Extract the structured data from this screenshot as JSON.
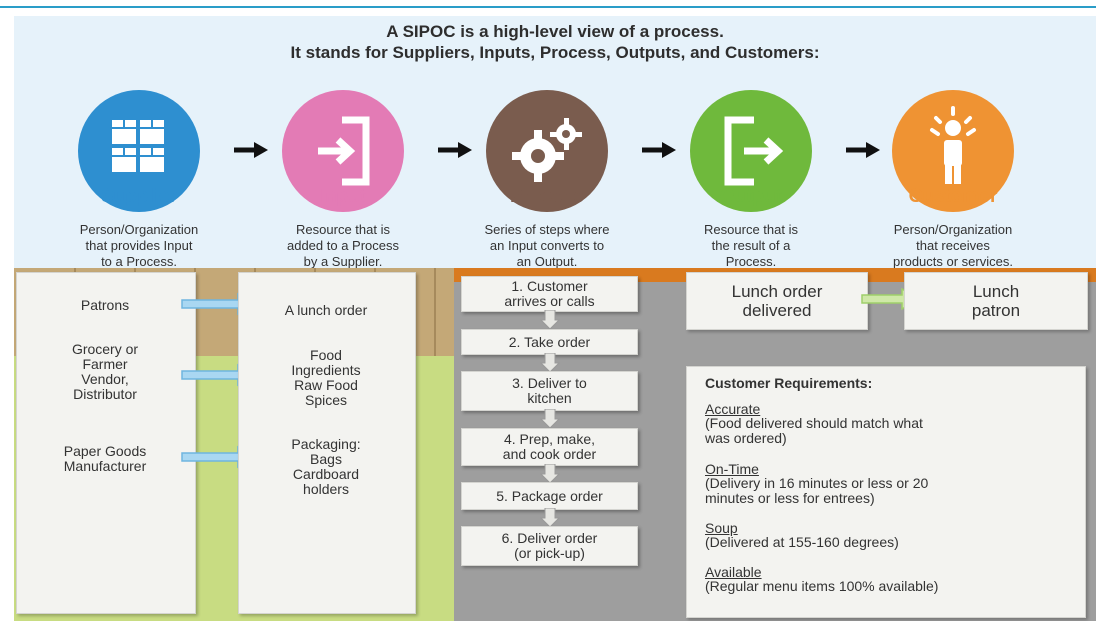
{
  "header": {
    "top_fragment": "",
    "title_line1": "A SIPOC is a high-level view of a process.",
    "title_line2": "It stands for Suppliers, Inputs, Process, Outputs, and Customers:"
  },
  "stages": [
    {
      "name": "Supplier",
      "color": "#2e8fd0",
      "icon": "boxes-icon",
      "desc": [
        "Person/Organization",
        "that provides Input",
        "to a Process."
      ]
    },
    {
      "name": "Input",
      "color": "#e37bb5",
      "icon": "enter-icon",
      "desc": [
        "Resource that is",
        "added to a Process",
        "by a Supplier."
      ]
    },
    {
      "name": "Process",
      "color": "#7a5c4e",
      "icon": "gears-icon",
      "desc": [
        "Series of steps where",
        "an Input converts to",
        "an Output."
      ]
    },
    {
      "name": "Output",
      "color": "#6fb93c",
      "icon": "exit-icon",
      "desc": [
        "Resource that is",
        "the result of a",
        "Process."
      ]
    },
    {
      "name": "Customer",
      "color": "#ef9333",
      "icon": "person-icon",
      "desc": [
        "Person/Organization",
        "that receives",
        "products or services."
      ]
    }
  ],
  "suppliers": [
    [
      "Patrons"
    ],
    [
      "Grocery or",
      "Farmer",
      "Vendor,",
      "Distributor"
    ],
    [
      "Paper Goods",
      "Manufacturer"
    ]
  ],
  "inputs": [
    [
      "A lunch order"
    ],
    [
      "Food",
      "Ingredients",
      "Raw Food",
      "Spices"
    ],
    [
      "Packaging:",
      "Bags",
      "Cardboard",
      "holders"
    ]
  ],
  "steps": [
    [
      "1. Customer",
      "arrives or calls"
    ],
    [
      "2. Take order"
    ],
    [
      "3. Deliver to",
      "kitchen"
    ],
    [
      "4. Prep, make,",
      "and cook order"
    ],
    [
      "5. Package order"
    ],
    [
      "6. Deliver order",
      "(or pick-up)"
    ]
  ],
  "output": [
    "Lunch order",
    "delivered"
  ],
  "customer": [
    "Lunch",
    "patron"
  ],
  "requirements": {
    "heading": "Customer Requirements:",
    "items": [
      {
        "title": "Accurate",
        "lines": [
          "(Food delivered should match what",
          "was ordered)"
        ]
      },
      {
        "title": "On-Time",
        "lines": [
          "(Delivery in 16 minutes or less or 20",
          "minutes or less for entrees)"
        ]
      },
      {
        "title": "Soup",
        "lines": [
          "(Delivered at 155-160 degrees)"
        ]
      },
      {
        "title": "Available",
        "lines": [
          "(Regular menu items 100% available)"
        ]
      }
    ]
  },
  "colors": {
    "blue_arrow": "#a9d7f2",
    "green_arrow": "#cfe8a8"
  }
}
